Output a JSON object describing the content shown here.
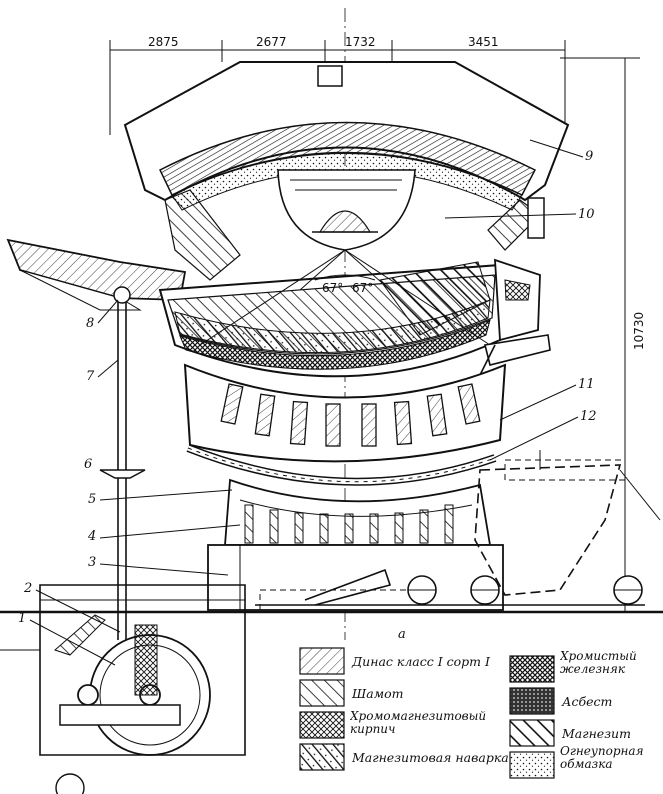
{
  "dimensions": {
    "top": [
      "2875",
      "2677",
      "1732",
      "3451"
    ],
    "height": "10730"
  },
  "angles": [
    "67°",
    "67°"
  ],
  "section_letter": "a",
  "callouts": [
    "1",
    "2",
    "3",
    "4",
    "5",
    "6",
    "7",
    "8",
    "9",
    "10",
    "11",
    "12"
  ],
  "legend": {
    "left": [
      {
        "label": "Динас класс I сорт I",
        "pattern": "dinas"
      },
      {
        "label": "Шамот",
        "pattern": "chamotte"
      },
      {
        "label": "Хромомагнезитовый кирпич",
        "pattern": "chrommag"
      },
      {
        "label": "Магнезитовая наварка",
        "pattern": "magnav"
      }
    ],
    "right": [
      {
        "label": "Хромистый железняк",
        "pattern": "chromiron"
      },
      {
        "label": "Асбест",
        "pattern": "asbest"
      },
      {
        "label": "Магнезит",
        "pattern": "magnesite"
      },
      {
        "label": "Огнеупорная обмазка",
        "pattern": "coating"
      }
    ]
  }
}
